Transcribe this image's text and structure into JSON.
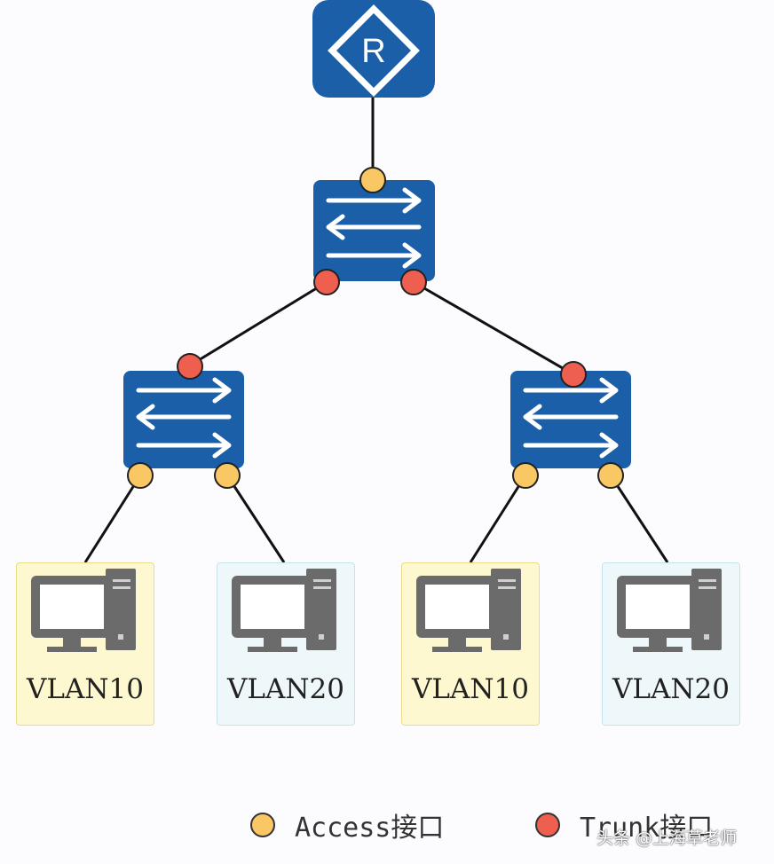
{
  "router": {
    "symbol": "R"
  },
  "pcs": [
    {
      "label": "VLAN10",
      "kind": "access"
    },
    {
      "label": "VLAN20",
      "kind": "trunkish"
    },
    {
      "label": "VLAN10",
      "kind": "access"
    },
    {
      "label": "VLAN20",
      "kind": "trunkish"
    }
  ],
  "legend": {
    "access_label": "Access接口",
    "trunk_label": "Trunk接口"
  },
  "watermark": "头条 @上海草老师",
  "colors": {
    "device_blue": "#1a5fa8",
    "access_port": "#f9c864",
    "trunk_port": "#ee5f50",
    "link": "#111111"
  }
}
